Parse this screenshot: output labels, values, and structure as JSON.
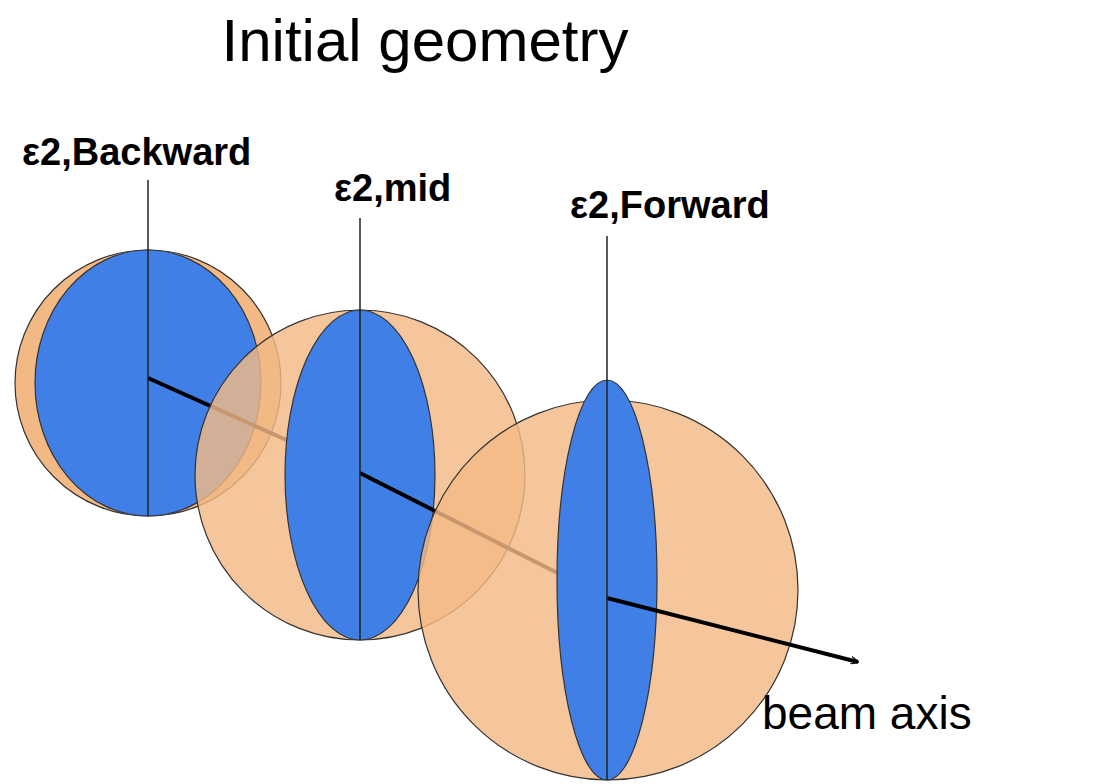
{
  "diagram": {
    "title": "Initial geometry",
    "labels": [
      "ε2,Backward",
      "ε2,mid",
      "ε2,Forward",
      "beam axis"
    ]
  }
}
